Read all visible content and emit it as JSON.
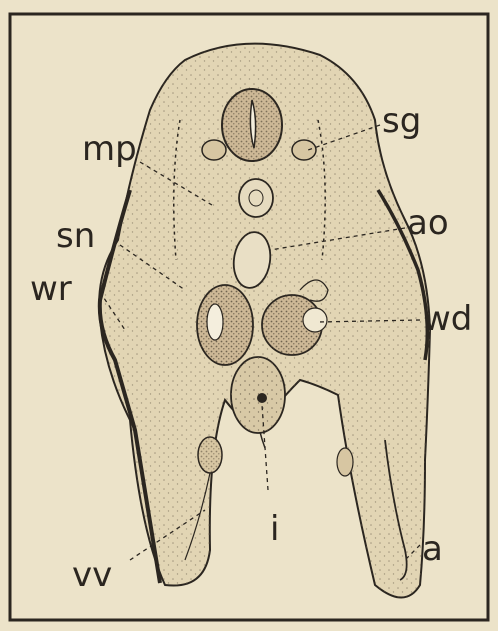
{
  "figure": {
    "labels": {
      "mp": "mp",
      "sg": "sg",
      "sn": "sn",
      "ao": "ao",
      "wr": "wr",
      "wd": "wd",
      "i": "i",
      "vv": "vv",
      "a": "a"
    },
    "colors": {
      "paper": "#ece3c9",
      "ink": "#2b2620",
      "tissue": "#e2d5b4",
      "stipple": "#6e6250"
    }
  }
}
